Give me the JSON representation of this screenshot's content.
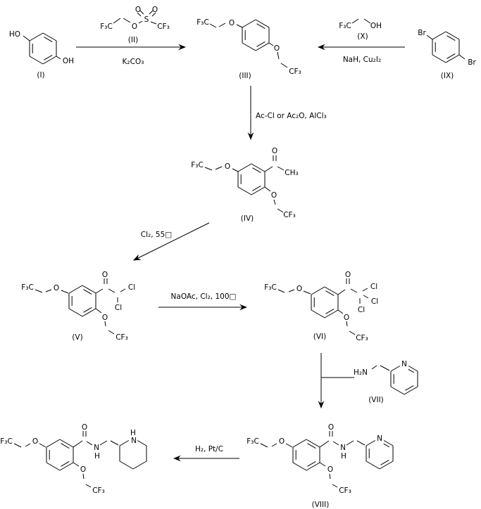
{
  "figure": {
    "type": "chemical-reaction-scheme",
    "description": "Multi-step synthesis scheme with compounds (I)-(X) and final product",
    "background_color": "#ffffff",
    "line_color": "#000000"
  },
  "compounds": {
    "c1": {
      "number": "(I)",
      "atoms": {
        "ho": "HO",
        "oh": "OH"
      }
    },
    "c2": {
      "number": "(II)",
      "atoms": {
        "f3c": "F₃C",
        "o_bridge": "O",
        "s": "S",
        "o_left": "O",
        "o_right": "O",
        "cf3": "CF₃"
      }
    },
    "c3": {
      "number": "(III)",
      "atoms": {
        "f3c": "F₃C",
        "o_upper": "O",
        "o_lower": "O",
        "cf3": "CF₃"
      }
    },
    "c4": {
      "number": "(IV)",
      "atoms": {
        "f3c": "F₃C",
        "o_upper": "O",
        "o_carbonyl": "O",
        "ch3": "CH₃",
        "o_lower": "O",
        "cf3": "CF₃"
      }
    },
    "c5": {
      "number": "(V)",
      "atoms": {
        "f3c": "F₃C",
        "o_upper": "O",
        "o_carbonyl": "O",
        "cl_upper": "Cl",
        "cl_lower": "Cl",
        "o_lower": "O",
        "cf3": "CF₃"
      }
    },
    "c6": {
      "number": "(VI)",
      "atoms": {
        "f3c": "F₃C",
        "o_upper": "O",
        "o_carbonyl": "O",
        "cl_upper": "Cl",
        "cl_middle": "Cl",
        "cl_lower": "Cl",
        "o_lower": "O",
        "cf3": "CF₃"
      }
    },
    "c7": {
      "number": "(VII)",
      "atoms": {
        "h2n": "H₂N",
        "n_pyridine": "N"
      }
    },
    "c8": {
      "number": "(VIII)",
      "atoms": {
        "f3c": "F₃C",
        "o_upper": "O",
        "o_carbonyl": "O",
        "n_amide": "N",
        "h_amide": "H",
        "n_pyridine": "N",
        "o_lower": "O",
        "cf3": "CF₃"
      }
    },
    "c9": {
      "number": "(IX)",
      "atoms": {
        "br_upper": "Br",
        "br_lower": "Br"
      }
    },
    "c10": {
      "number": "(X)",
      "atoms": {
        "f3c": "F₃C",
        "oh": "OH"
      }
    },
    "product": {
      "atoms": {
        "f3c": "F₃C",
        "o_upper": "O",
        "o_carbonyl": "O",
        "n_amide": "N",
        "h_amide": "H",
        "h_piperidine": "H",
        "n_piperidine": "N",
        "o_lower": "O",
        "cf3": "CF₃"
      }
    }
  },
  "conditions": {
    "step1": "K₂CO₃",
    "step2": "NaH, Cu₂I₂",
    "step3": "Ac-Cl or Ac₂O, AlCl₃",
    "step4": "Cl₂, 55□",
    "step5": "NaOAc, Cl₂, 100□",
    "step7": "H₂, Pt/C"
  }
}
